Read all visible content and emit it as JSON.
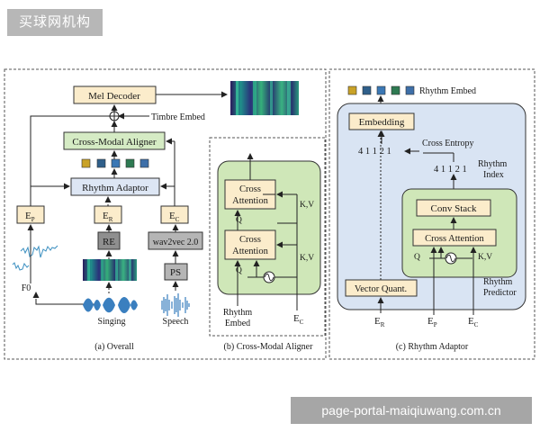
{
  "watermark_top": "买球网机构",
  "watermark_bottom": "page-portal-maiqiuwang.com.cn",
  "panel_a": {
    "caption": "(a) Overall",
    "mel_decoder": "Mel Decoder",
    "timbre_embed": "Timbre Embed",
    "cross_modal_aligner": "Cross-Modal Aligner",
    "rhythm_adaptor": "Rhythm Adaptor",
    "ep": "E",
    "ep_sub": "P",
    "er": "E",
    "er_sub": "R",
    "ec": "E",
    "ec_sub": "C",
    "re": "RE",
    "wav2vec": "wav2vec 2.0",
    "ps": "PS",
    "f0": "F0",
    "singing": "Singing",
    "speech": "Speech"
  },
  "panel_b": {
    "caption": "(b) Cross-Modal Aligner",
    "attn1_line1": "Cross",
    "attn1_line2": "Attention",
    "attn2_line1": "Cross",
    "attn2_line2": "Attention",
    "q1": "Q",
    "q2": "Q",
    "kv1": "K,V",
    "kv2": "K,V",
    "rhythm_embed_line1": "Rhythm",
    "rhythm_embed_line2": "Embed",
    "ec": "E",
    "ec_sub": "C"
  },
  "panel_c": {
    "caption": "(c) Rhythm Adaptor",
    "rhythm_embed_legend": "Rhythm Embed",
    "embedding": "Embedding",
    "index_seq1": "4 1 1 2 1",
    "cross_entropy": "Cross Entropy",
    "index_seq2": "4 1 1 2 1",
    "rhythm_index_line1": "Rhythm",
    "rhythm_index_line2": "Index",
    "conv_stack": "Conv Stack",
    "cross_attention": "Cross Attention",
    "q": "Q",
    "kv": "K,V",
    "rhythm_predictor_line1": "Rhythm",
    "rhythm_predictor_line2": "Predictor",
    "vector_quant": "Vector Quant.",
    "er": "E",
    "er_sub": "R",
    "ep": "E",
    "ep_sub": "P",
    "ec": "E",
    "ec_sub": "C"
  },
  "colors": {
    "rhythm_embed_squares": [
      "#c9a227",
      "#2f5f8a",
      "#3b78b5",
      "#2e7a52",
      "#3e6fa8"
    ],
    "orange_box": "#fbeccb",
    "green_box": "#d5ebc4",
    "blue_box": "#dde6f4",
    "grey_box": "#8f8f8f",
    "green_panel": "#cfe7b8",
    "blue_panel": "#d9e4f3"
  }
}
